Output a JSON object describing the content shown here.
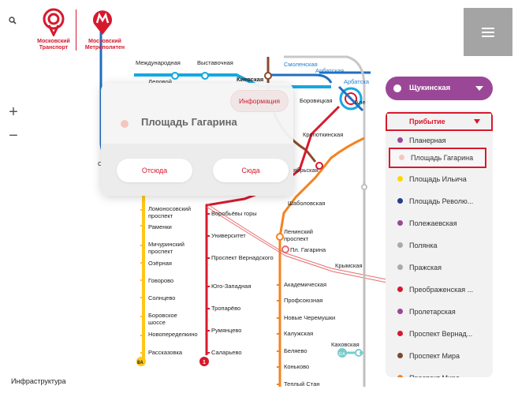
{
  "header": {
    "search_icon": "search-icon",
    "logo_transport": "Московский\nТранспорт",
    "logo_metro": "Московский\nМетрополитен",
    "menu_icon": "hamburger-menu-icon"
  },
  "zoom": {
    "in": "+",
    "out": "−"
  },
  "map_labels": {
    "mezhdunarodnaya": "Международная",
    "vystavochnaya": "Выставочная",
    "smolenskaya": "Смоленская",
    "arbatskaya1": "Арбатская",
    "arbatskaya2": "Арбатска",
    "delovoy": "Деловой",
    "kievskaya": "Киевская",
    "borovitskaya": "Боровицкая",
    "ale": "Але",
    "kropotkinskaya": "Кропоткинская",
    "yabrskaya": "ябрьская",
    "shabolovskaya": "Шаболовская",
    "sl": "Сл",
    "lomonosovsky": "Ломоносовский\nпроспект",
    "ramenki": "Раменки",
    "michurinsky": "Мичуринский\nпроспект",
    "ozernaya": "Озёрная",
    "govorovo": "Говорово",
    "solntsevo": "Солнцево",
    "borovskoe": "Боровское\nшоссе",
    "novoperedelkino": "Новопеределкино",
    "rasskazovka": "Рассказовка",
    "vorobyovy": "Воробьёвы горы",
    "universitet": "Университет",
    "pr_vernadskogo": "Проспект Вернадского",
    "yugo_zapadnaya": "Юго-Западная",
    "troparevo": "Тропарёво",
    "rumyantsevo": "Румянцево",
    "salaryevo": "Саларьево",
    "leninsky": "Ленинский\nпроспект",
    "pl_gagarina_mcc": "Пл. Гагарина",
    "krymskaya": "Крымская",
    "akademicheskaya": "Академическая",
    "profsoyuznaya": "Профсоюзная",
    "novye_cheremushki": "Новые Черемушки",
    "kaluzhskaya": "Калужская",
    "belyaevo": "Беляево",
    "konkovo": "Коньково",
    "teply_stan": "Теплый Стан",
    "kakhovskaya": "Каховская",
    "badge_8a": "8А",
    "badge_1": "1",
    "badge_11a": "11А"
  },
  "info_card": {
    "info_button": "Информация",
    "station_name": "Площадь Гагарина",
    "from_button": "Отсюда",
    "to_button": "Сюда"
  },
  "line_selector": {
    "label": "Щукинская"
  },
  "list": {
    "dropdown_label": "Прибытие",
    "items": [
      {
        "label": "Планерная",
        "color": "#9b4797"
      },
      {
        "label": "Площадь Гагарина",
        "color": "#f5c6c0"
      },
      {
        "label": "Площадь Ильича",
        "color": "#ffd700"
      },
      {
        "label": "Площадь Револю...",
        "color": "#233e8b"
      },
      {
        "label": "Полежаевская",
        "color": "#9b4797"
      },
      {
        "label": "Полянка",
        "color": "#a9a9a9"
      },
      {
        "label": "Пражская",
        "color": "#a9a9a9"
      },
      {
        "label": "Преображенская ...",
        "color": "#d7192d"
      },
      {
        "label": "Пролетарская",
        "color": "#9b4797"
      },
      {
        "label": "Проспект Вернад...",
        "color": "#d7192d"
      },
      {
        "label": "Проспект Мира",
        "color": "#7a4a2a"
      },
      {
        "label": "Проспект Мира",
        "color": "#f58220"
      }
    ]
  },
  "footer": {
    "infrastructure": "Инфраструктура"
  },
  "colors": {
    "brand_red": "#d7192d",
    "line_yellow": "#ffc61a",
    "line_red": "#d7192d",
    "line_orange": "#f58220",
    "line_blue": "#1f6fc0",
    "line_light_blue": "#16a9e0",
    "line_brown": "#8b4a2b",
    "line_purple": "#9b4797",
    "line_grey": "#a9a9a9",
    "line_teal": "#79cdcd"
  }
}
